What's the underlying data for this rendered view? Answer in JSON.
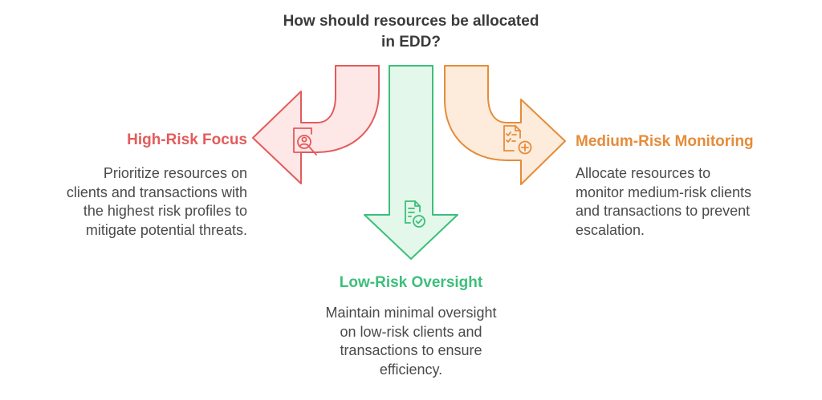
{
  "title": {
    "line1": "How should resources be allocated",
    "line2": "in EDD?"
  },
  "colors": {
    "title": "#3a3a3a",
    "text": "#4a4a4a",
    "high_risk": "#e35b5b",
    "high_risk_fill": "#fde7e7",
    "low_risk": "#3cbf7a",
    "low_risk_fill": "#e3f7ea",
    "medium_risk": "#e58c3a",
    "medium_risk_fill": "#fdebdc"
  },
  "options": {
    "high": {
      "title": "High-Risk Focus",
      "desc": [
        "Prioritize resources on",
        "clients and transactions with",
        "the highest risk profiles to",
        "mitigate potential threats."
      ],
      "icon": "user-search-icon"
    },
    "low": {
      "title": "Low-Risk Oversight",
      "desc": [
        "Maintain minimal oversight",
        "on low-risk clients and",
        "transactions to ensure",
        "efficiency."
      ],
      "icon": "document-check-icon"
    },
    "medium": {
      "title": "Medium-Risk Monitoring",
      "desc": [
        "Allocate resources to",
        "monitor medium-risk clients",
        "and transactions to prevent",
        "escalation."
      ],
      "icon": "document-add-icon"
    }
  }
}
